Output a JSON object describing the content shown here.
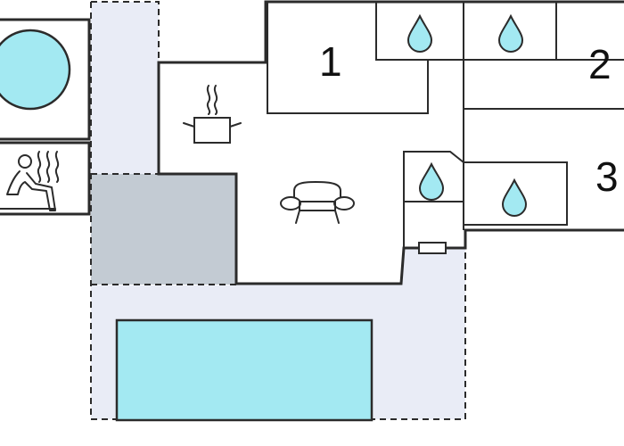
{
  "floorplan": {
    "rooms": [
      {
        "id": "bedroom-1",
        "label": "1"
      },
      {
        "id": "bedroom-2",
        "label": "2"
      },
      {
        "id": "bedroom-3",
        "label": "3"
      }
    ],
    "icons": [
      "hot-tub-icon",
      "sauna-icon",
      "kitchen-pot-icon",
      "sofa-icon",
      "water-drop-icon",
      "window-icon"
    ],
    "colors": {
      "outdoor_area": "#e9ecf6",
      "water": "#a3e9f2",
      "terrace": "#c3cbd3",
      "wall": "#2b2b2b",
      "background": "#ffffff"
    }
  }
}
